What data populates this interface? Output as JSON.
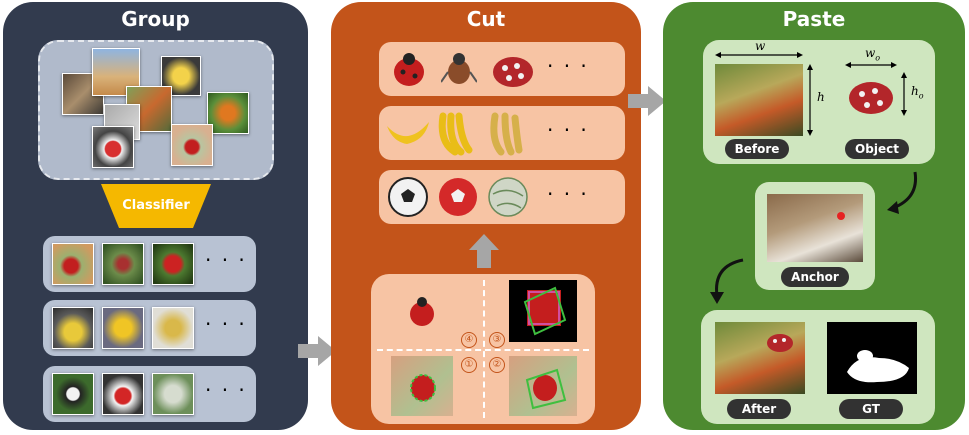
{
  "group": {
    "title": "Group",
    "classifier_label": "Classifier",
    "ellipsis": "· · ·"
  },
  "cut": {
    "title": "Cut",
    "ellipsis": "· · ·",
    "steps": [
      "④",
      "③",
      "①",
      "②"
    ]
  },
  "paste": {
    "title": "Paste",
    "labels": {
      "before": "Before",
      "object": "Object",
      "anchor": "Anchor",
      "after": "After",
      "gt": "GT"
    },
    "dimensions": {
      "w": "w",
      "h": "h",
      "w_o": "w",
      "w_o_sub": "o",
      "h_o": "h",
      "h_o_sub": "o"
    }
  },
  "colors": {
    "group_bg": "#323b4e",
    "cut_bg": "#c3541a",
    "paste_bg": "#4d8a30",
    "classifier": "#f5b800",
    "arrow_gray": "#a6a6a6"
  }
}
